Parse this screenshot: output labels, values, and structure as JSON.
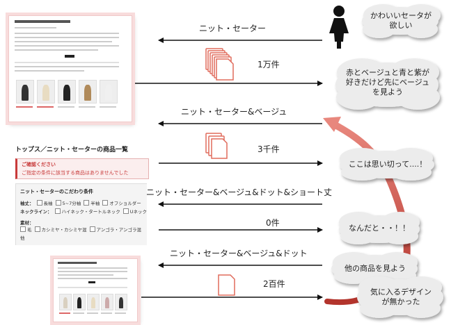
{
  "arrows": {
    "query1": "ニット・セーター",
    "count1": "1万件",
    "query2": "ニット・セーター&ベージュ",
    "count2": "3千件",
    "query3": "ニット・セーター&ベージュ&ドット&ショート丈",
    "count3": "0件",
    "query4": "ニット・セーター&ベージュ&ドット",
    "count4": "2百件"
  },
  "clouds": {
    "c1": "かわいいセータが欲しい",
    "c2": "赤とベージュと青と紫が好きだけど先にベージュを見よう",
    "c3": "ここは思い切って....！",
    "c4": "なんだと・・！！",
    "c5": "他の商品を見よう",
    "c6": "気に入るデザインが無かった"
  },
  "panel": {
    "title": "トップス／ニット・セーターの商品一覧",
    "alert_head": "ご確認ください",
    "alert_body": "ご指定の条件に該当する商品はありませんでした",
    "filter_title": "ニット・セーターのこだわり条件",
    "sleeve_label": "袖丈：",
    "sleeve_1": "長袖",
    "sleeve_2": "5~7分袖",
    "sleeve_3": "半袖",
    "sleeve_4": "オフショルダー",
    "neck_label": "ネックライン：",
    "neck_1": "ハイネック・タートルネック",
    "neck_2": "Uネック",
    "material_label": "素材：",
    "mat_1": "毛",
    "mat_2": "カシミヤ・カシミヤ混",
    "mat_3": "アンゴラ・アンゴラ混",
    "mat_4": "他"
  },
  "colors": {
    "accent": "#c83a3a",
    "icon": "#e06b5c",
    "arrow_curve": "#c8453b"
  },
  "icons": [
    "person-icon",
    "document-stack-icon"
  ]
}
